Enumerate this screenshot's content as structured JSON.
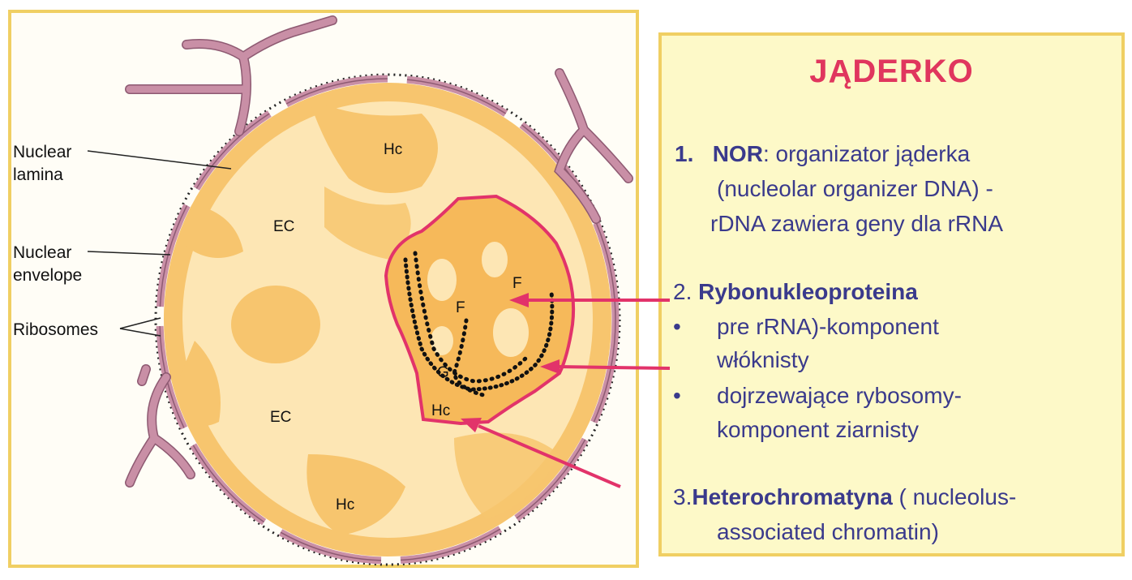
{
  "diagram": {
    "labels": {
      "nuclear_lamina_1": "Nuclear",
      "nuclear_lamina_2": "lamina",
      "nuclear_envelope_1": "Nuclear",
      "nuclear_envelope_2": "envelope",
      "ribosomes": "Ribosomes"
    },
    "regions": {
      "hc_top": "Hc",
      "ec_upper": "EC",
      "ec_lower": "EC",
      "hc_bottom": "Hc",
      "f_right": "F",
      "f_center": "F",
      "g": "G",
      "hc_nucleolus": "Hc"
    },
    "colors": {
      "envelope": "#c98fa6",
      "nucleoplasm": "#fde6b4",
      "chromatin": "#f7c56e",
      "outline": "#e2336a",
      "arrow": "#e2336a"
    }
  },
  "info": {
    "title": "JĄDERKO",
    "item1": {
      "number": "1.",
      "term": "NOR",
      "line1_rest": ": organizator jąderka",
      "line2": "(nucleolar organizer DNA) -",
      "line3": "rDNA zawiera geny dla rRNA"
    },
    "item2": {
      "number": "2.",
      "term": "Rybonukleoproteina",
      "bullet": "•",
      "b1_line1": "pre rRNA)-komponent",
      "b1_line2": "włóknisty",
      "b2_line1": "dojrzewające rybosomy-",
      "b2_line2": "komponent ziarnisty"
    },
    "item3": {
      "number": "3.",
      "term": "Heterochromatyna",
      "line1_rest": " ( nucleolus-",
      "line2": "associated chromatin)"
    }
  }
}
